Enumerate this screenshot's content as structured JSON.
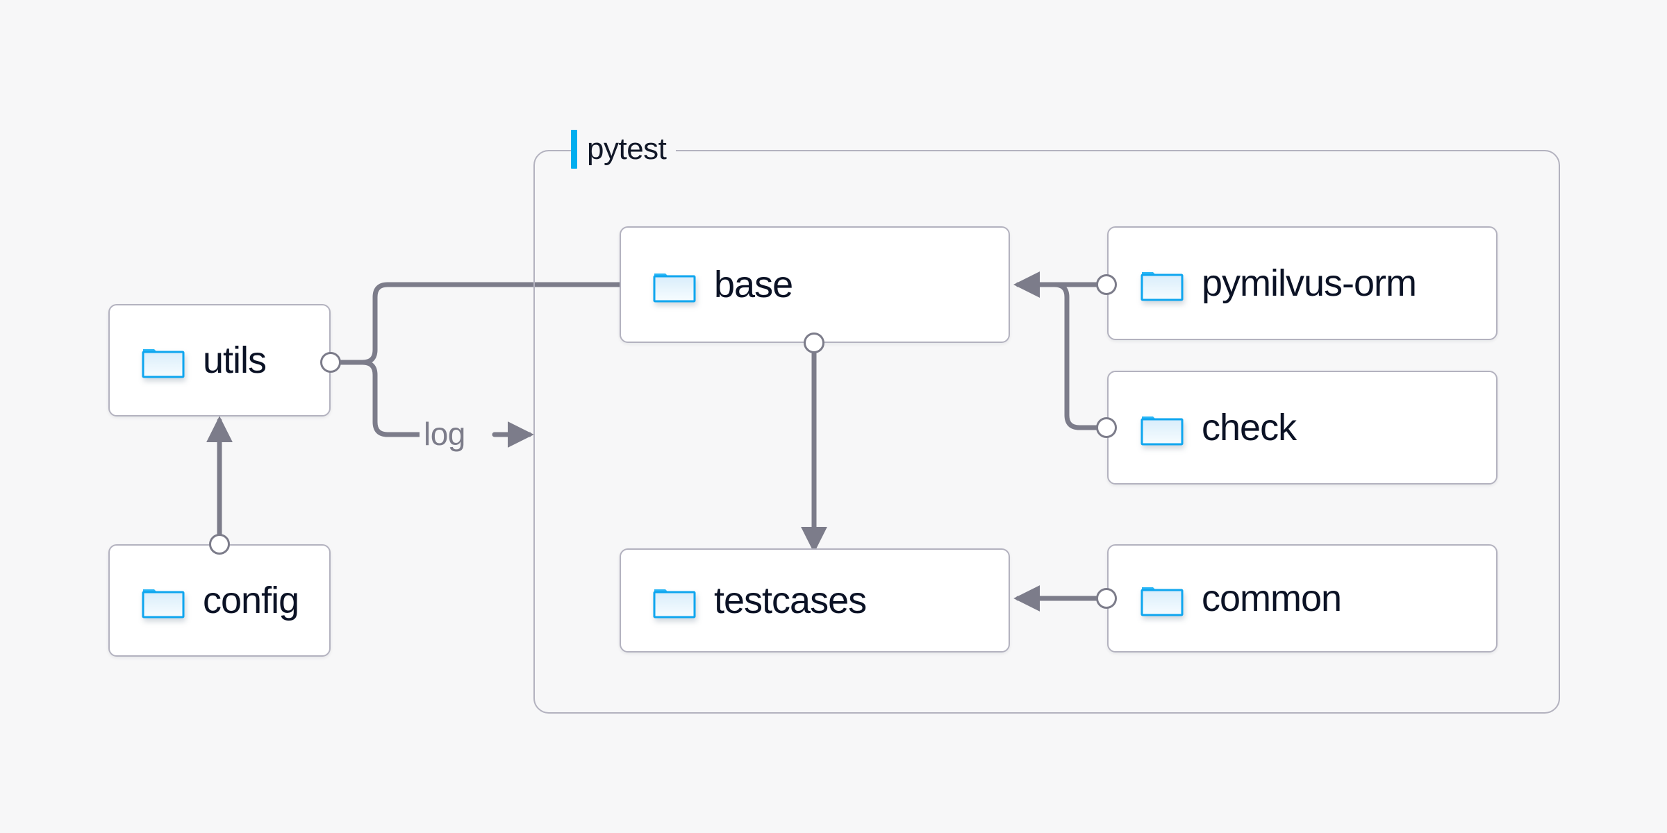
{
  "page": {
    "background_color": "#f7f7f8",
    "edge_color": "#7c7c8a",
    "box_border_color": "#b3b2bf",
    "box_fill_color": "#ffffff",
    "text_color": "#0b1225",
    "accent_color": "#00aeef",
    "folder_icon_color": "#29b6f6"
  },
  "group": {
    "label": "pytest",
    "accent_color": "#00aeef"
  },
  "nodes": [
    {
      "id": "utils",
      "label": "utils",
      "icon": "folder-icon"
    },
    {
      "id": "config",
      "label": "config",
      "icon": "folder-icon"
    },
    {
      "id": "base",
      "label": "base",
      "icon": "folder-icon"
    },
    {
      "id": "testcases",
      "label": "testcases",
      "icon": "folder-icon"
    },
    {
      "id": "pymilvus-orm",
      "label": "pymilvus-orm",
      "icon": "folder-icon"
    },
    {
      "id": "check",
      "label": "check",
      "icon": "folder-icon"
    },
    {
      "id": "common",
      "label": "common",
      "icon": "folder-icon"
    }
  ],
  "edges": [
    {
      "id": "config-to-utils",
      "from": "config",
      "to": "utils",
      "label": ""
    },
    {
      "id": "utils-to-base",
      "from": "utils",
      "to": "base",
      "label": ""
    },
    {
      "id": "utils-to-log",
      "from": "utils",
      "to": "pytest",
      "label": "log"
    },
    {
      "id": "base-to-testcases",
      "from": "base",
      "to": "testcases",
      "label": ""
    },
    {
      "id": "pymilvusorm-to-base",
      "from": "pymilvus-orm",
      "to": "base",
      "label": ""
    },
    {
      "id": "check-to-base",
      "from": "check",
      "to": "base",
      "label": ""
    },
    {
      "id": "common-to-testcases",
      "from": "common",
      "to": "testcases",
      "label": ""
    }
  ],
  "edge_labels": {
    "log": "log"
  }
}
